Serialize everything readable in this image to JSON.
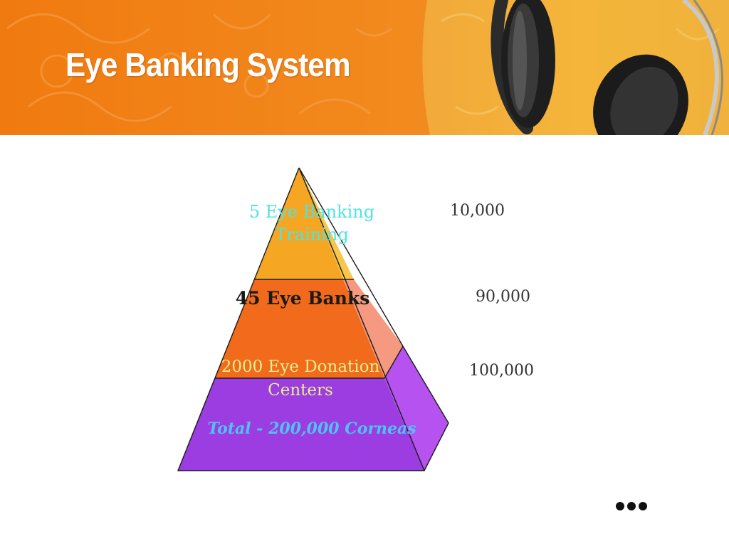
{
  "slide": {
    "title": "Eye Banking System"
  },
  "pyramid": {
    "levels": [
      {
        "line1": "5 Eye Banking",
        "line2": "Training",
        "color": "#F5A623",
        "side_color": "#F7C64A",
        "text_color": "#4FE3E3"
      },
      {
        "line1": "45 Eye Banks",
        "line2": "",
        "color": "#F26A1B",
        "side_color": "#F59A80",
        "text_color": "#1A1A1A"
      },
      {
        "line1": "2000 Eye Donation",
        "line2": "Centers",
        "color": "#9B3DE0",
        "side_color": "#B552F0",
        "text_color": "#E6F08A"
      }
    ],
    "total": "Total  - 200,000 Corneas",
    "total_color": "#4FC3F7"
  },
  "amounts": [
    "10,000",
    "90,000",
    "100,000"
  ],
  "colors": {
    "banner_orange": "#F07C10",
    "banner_yellow": "#F4B53A"
  },
  "icons": {
    "banner_image": "headphones-icon",
    "more": "more-dots-icon"
  }
}
